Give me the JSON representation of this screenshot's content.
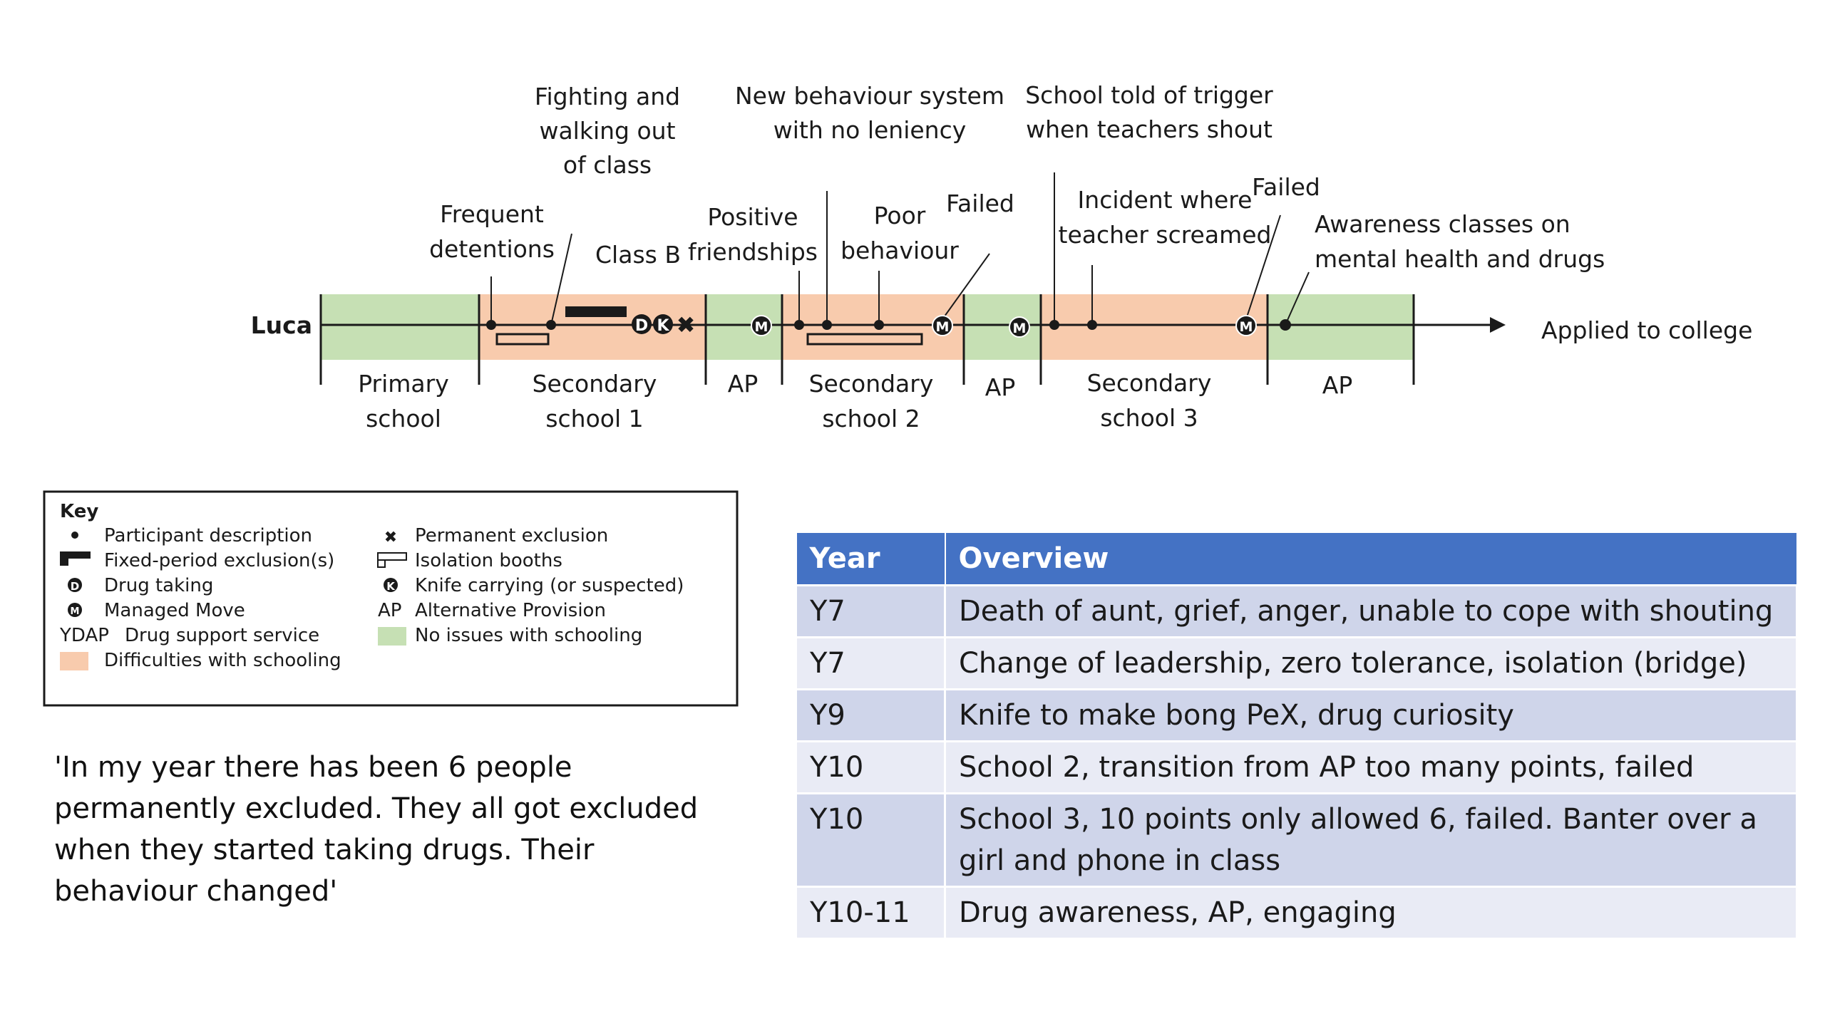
{
  "timeline": {
    "participant": "Luca",
    "end_label": "Applied to college",
    "phases": [
      {
        "lines": [
          "Primary",
          "school"
        ],
        "status": "no-issues"
      },
      {
        "lines": [
          "Secondary",
          "school 1"
        ],
        "status": "difficulties"
      },
      {
        "lines": [
          "AP"
        ],
        "status": "no-issues"
      },
      {
        "lines": [
          "Secondary",
          "school 2"
        ],
        "status": "difficulties"
      },
      {
        "lines": [
          "AP"
        ],
        "status": "no-issues"
      },
      {
        "lines": [
          "Secondary",
          "school 3"
        ],
        "status": "difficulties"
      },
      {
        "lines": [
          "AP"
        ],
        "status": "no-issues"
      }
    ],
    "events": [
      [
        "Frequent",
        "detentions"
      ],
      [
        "Fighting and",
        "walking out",
        "of class"
      ],
      [
        "Class B"
      ],
      [
        "Positive",
        "friendships"
      ],
      [
        "New behaviour system",
        "with no leniency"
      ],
      [
        "Poor",
        "behaviour"
      ],
      [
        "Failed"
      ],
      [
        "School told of trigger",
        "when teachers shout"
      ],
      [
        "Incident where",
        "teacher screamed"
      ],
      [
        "Failed"
      ],
      [
        "Awareness classes on",
        "mental health and drugs"
      ]
    ],
    "marker_glyphs": {
      "drug": "D",
      "knife": "K",
      "managed_move": "M",
      "permanent_exclusion": "✖"
    }
  },
  "key": {
    "title": "Key",
    "left_items": [
      {
        "symbol": "•",
        "label": "Participant description"
      },
      {
        "symbol": "bar",
        "label": "Fixed-period exclusion(s)"
      },
      {
        "symbol": "D",
        "label": "Drug taking"
      },
      {
        "symbol": "M",
        "label": "Managed Move"
      },
      {
        "symbol": "YDAP",
        "label": "Drug support service"
      },
      {
        "symbol": "orange-swatch",
        "label": "Difficulties with schooling"
      }
    ],
    "right_items": [
      {
        "symbol": "✖",
        "label": "Permanent exclusion"
      },
      {
        "symbol": "booth",
        "label": "Isolation booths"
      },
      {
        "symbol": "K",
        "label": "Knife carrying (or suspected)"
      },
      {
        "symbol": "AP",
        "label": "Alternative Provision"
      },
      {
        "symbol": "green-swatch",
        "label": "No issues with schooling"
      }
    ]
  },
  "quote": "'In my year there has been 6 people permanently excluded. They all got excluded when they started taking drugs. Their behaviour changed'",
  "table": {
    "headers": [
      "Year",
      "Overview"
    ],
    "rows": [
      {
        "year": "Y7",
        "overview": "Death of aunt, grief, anger, unable to cope with shouting"
      },
      {
        "year": "Y7",
        "overview": "Change of leadership, zero tolerance, isolation (bridge)"
      },
      {
        "year": "Y9",
        "overview": "Knife to make bong PeX, drug curiosity"
      },
      {
        "year": "Y10",
        "overview": "School 2, transition from AP too many points, failed"
      },
      {
        "year": "Y10",
        "overview": "School 3, 10 points only allowed 6, failed. Banter over a girl and phone in class"
      },
      {
        "year": "Y10-11",
        "overview": "Drug awareness, AP, engaging"
      }
    ]
  },
  "colors": {
    "no_issues": "#c6e0b4",
    "difficulties": "#f8cbad",
    "table_header": "#4472c4",
    "row_odd": "#cfd5ea",
    "row_even": "#e9ebf5"
  }
}
